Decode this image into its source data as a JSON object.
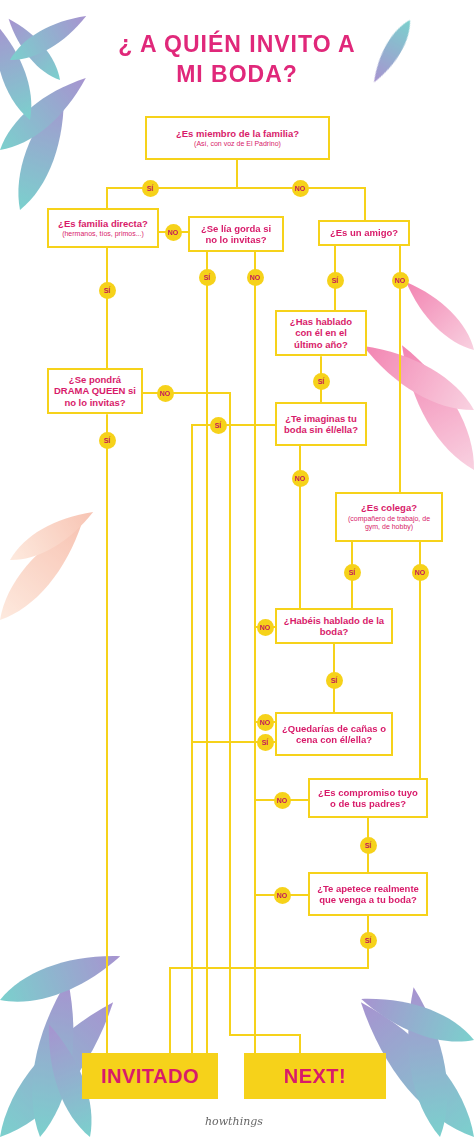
{
  "diagram": {
    "title": "¿ A QUIÉN INVITO A MI BODA?",
    "nodes": [
      {
        "text": [
          "¿Es miembro de la familia?",
          "(Así, con voz de El Padrino)"
        ]
      },
      {
        "text": [
          "¿Es familia directa?",
          "(hermanos, tíos, primos...)"
        ]
      },
      {
        "text": [
          "¿Se lía gorda si no lo invitas?"
        ]
      },
      {
        "text": [
          "¿Es un amigo?"
        ]
      },
      {
        "text": [
          "¿Has hablado con él en el último año?"
        ]
      },
      {
        "text": [
          "¿Se pondrá DRAMA QUEEN si no lo invitas?"
        ]
      },
      {
        "text": [
          "¿Te imaginas tu boda sin él/ella?"
        ]
      },
      {
        "text": [
          "¿Es colega?",
          "(compañero de trabajo, de gym, de hobby)"
        ]
      },
      {
        "text": [
          "¿Habéis hablado de la boda?"
        ]
      },
      {
        "text": [
          "¿Quedarías de cañas o cena con él/ella?"
        ]
      },
      {
        "text": [
          "¿Es compromiso tuyo o de tus padres?"
        ]
      },
      {
        "text": [
          "¿Te apetece realmente que venga a tu boda?"
        ]
      },
      {
        "text": [
          "INVITADO"
        ]
      },
      {
        "text": [
          "NEXT!"
        ]
      }
    ],
    "edges": [
      {
        "from": 0,
        "to": 1,
        "label": "SÍ",
        "arrow": "none"
      },
      {
        "from": 0,
        "to": 3,
        "label": "NO",
        "arrow": "none"
      },
      {
        "from": 1,
        "to": 2,
        "label": "NO",
        "arrow": "none"
      },
      {
        "from": 1,
        "to": 5,
        "label": "SÍ",
        "arrow": "none"
      },
      {
        "from": 2,
        "to": 12,
        "label": "SÍ",
        "arrow": "none"
      },
      {
        "from": 2,
        "to": 13,
        "label": "NO",
        "arrow": "none"
      },
      {
        "from": 3,
        "to": 4,
        "label": "SÍ",
        "arrow": "none"
      },
      {
        "from": 3,
        "to": 7,
        "label": "NO",
        "arrow": "none"
      },
      {
        "from": 4,
        "to": 6,
        "label": "SÍ",
        "arrow": "none"
      },
      {
        "from": 5,
        "to": 12,
        "label": "SÍ",
        "arrow": "none"
      },
      {
        "from": 5,
        "to": 13,
        "label": "NO",
        "arrow": "none"
      },
      {
        "from": 6,
        "to": 12,
        "label": "SÍ",
        "arrow": "none"
      },
      {
        "from": 6,
        "to": 8,
        "label": "NO",
        "arrow": "none"
      },
      {
        "from": 7,
        "to": 8,
        "label": "SÍ",
        "arrow": "none"
      },
      {
        "from": 7,
        "to": 10,
        "label": "NO",
        "arrow": "none"
      },
      {
        "from": 8,
        "to": 9,
        "label": "SÍ",
        "arrow": "none"
      },
      {
        "from": 8,
        "to": 13,
        "label": "NO",
        "arrow": "none"
      },
      {
        "from": 9,
        "to": 12,
        "label": "SÍ",
        "arrow": "none"
      },
      {
        "from": 9,
        "to": 13,
        "label": "NO",
        "arrow": "none"
      },
      {
        "from": 10,
        "to": 11,
        "label": "SÍ",
        "arrow": "none"
      },
      {
        "from": 10,
        "to": 13,
        "label": "NO",
        "arrow": "none"
      },
      {
        "from": 11,
        "to": 12,
        "label": "SÍ",
        "arrow": "none"
      },
      {
        "from": 11,
        "to": 13,
        "label": "NO",
        "arrow": "none"
      }
    ],
    "labels": [
      "howthings"
    ]
  }
}
